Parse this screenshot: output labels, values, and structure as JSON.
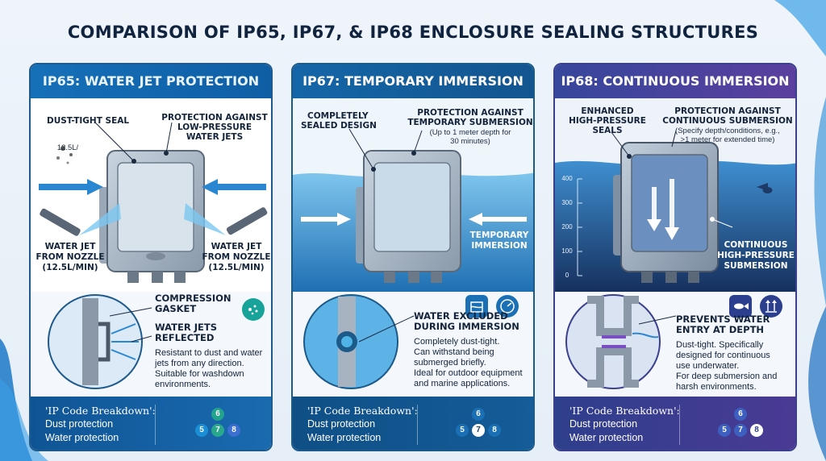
{
  "title": "COMPARISON OF IP65, IP67, & IP68 ENCLOSURE SEALING STRUCTURES",
  "colors": {
    "ip65": "#1670b8",
    "ip67": "#1566a8",
    "ip68": "#4a3f9c",
    "dark": "#10243f",
    "water": "#4fb3e8"
  },
  "panels": [
    {
      "header": "IP65: WATER JET PROTECTION",
      "label_seal": "DUST-TIGHT SEAL",
      "label_protect_1": "PROTECTION AGAINST",
      "label_protect_2": "LOW-PRESSURE",
      "label_protect_3": "WATER JETS",
      "dust_value": "12.5L/",
      "jet_left_1": "WATER JET",
      "jet_left_2": "FROM NOZZLE",
      "jet_left_3": "(12.5L/MIN)",
      "jet_right_1": "WATER JET",
      "jet_right_2": "FROM NOZZLE",
      "jet_right_3": "(12.5L/MIN)",
      "gasket_1": "COMPRESSION",
      "gasket_2": "GASKET",
      "reflect_1": "WATER JETS",
      "reflect_2": "REFLECTED",
      "desc_1": "Resistant to dust and water",
      "desc_2": "jets from any direction.",
      "desc_3": "Suitable for washdown",
      "desc_4": "environments.",
      "breakdown_title": "'IP Code Breakdown':",
      "dust_label": "Dust protection",
      "water_label": "Water protection",
      "dust_digit": "6",
      "water_digits": [
        "5",
        "7",
        "8"
      ],
      "icon": "water-spray-icon"
    },
    {
      "header": "IP67: TEMPORARY IMMERSION",
      "label_sealed_1": "COMPLETELY",
      "label_sealed_2": "SEALED DESIGN",
      "label_protect_1": "PROTECTION AGAINST",
      "label_protect_2": "TEMPORARY SUBMERSION",
      "label_protect_3": "(Up to 1 meter depth for",
      "label_protect_4": "30 minutes)",
      "temp_1": "TEMPORARY",
      "temp_2": "IMMERSION",
      "excluded_1": "WATER EXCLUDED",
      "excluded_2": "DURING IMMERSION",
      "desc_1": "Completely dust-tight.",
      "desc_2": "Can withstand being",
      "desc_3": "submerged briefly.",
      "desc_4": "Ideal for outdoor equipment",
      "desc_5": "and marine applications.",
      "breakdown_title": "'IP Code Breakdown':",
      "dust_label": "Dust protection",
      "water_label": "Water protection",
      "dust_digit": "6",
      "water_digits": [
        "5",
        "7",
        "8"
      ],
      "icons": [
        "water-level-icon",
        "gauge-icon"
      ]
    },
    {
      "header": "IP68: CONTINUOUS IMMERSION",
      "label_enh_1": "ENHANCED",
      "label_enh_2": "HIGH-PRESSURE",
      "label_enh_3": "SEALS",
      "label_protect_1": "PROTECTION AGAINST",
      "label_protect_2": "CONTINUOUS SUBMERSION",
      "label_protect_3": "(Specify depth/conditions, e.g.,",
      "label_protect_4": ">1 meter for extended time)",
      "depth_ticks": [
        "400",
        "300",
        "200",
        "100",
        "0"
      ],
      "cont_1": "CONTINUOUS",
      "cont_2": "HIGH-PRESSURE",
      "cont_3": "SUBMERSION",
      "prevent_1": "PREVENTS WATER",
      "prevent_2": "ENTRY AT DEPTH",
      "desc_1": "Dust-tight. Specifically",
      "desc_2": "designed for continuous",
      "desc_3": "use underwater.",
      "desc_4": "For deep submersion and",
      "desc_5": "harsh environments.",
      "breakdown_title": "'IP Code Breakdown':",
      "dust_label": "Dust protection",
      "water_label": "Water protection",
      "dust_digit": "6",
      "water_digits": [
        "5",
        "7",
        "8"
      ],
      "icons": [
        "fish-icon",
        "pressure-arrows-icon"
      ]
    }
  ]
}
